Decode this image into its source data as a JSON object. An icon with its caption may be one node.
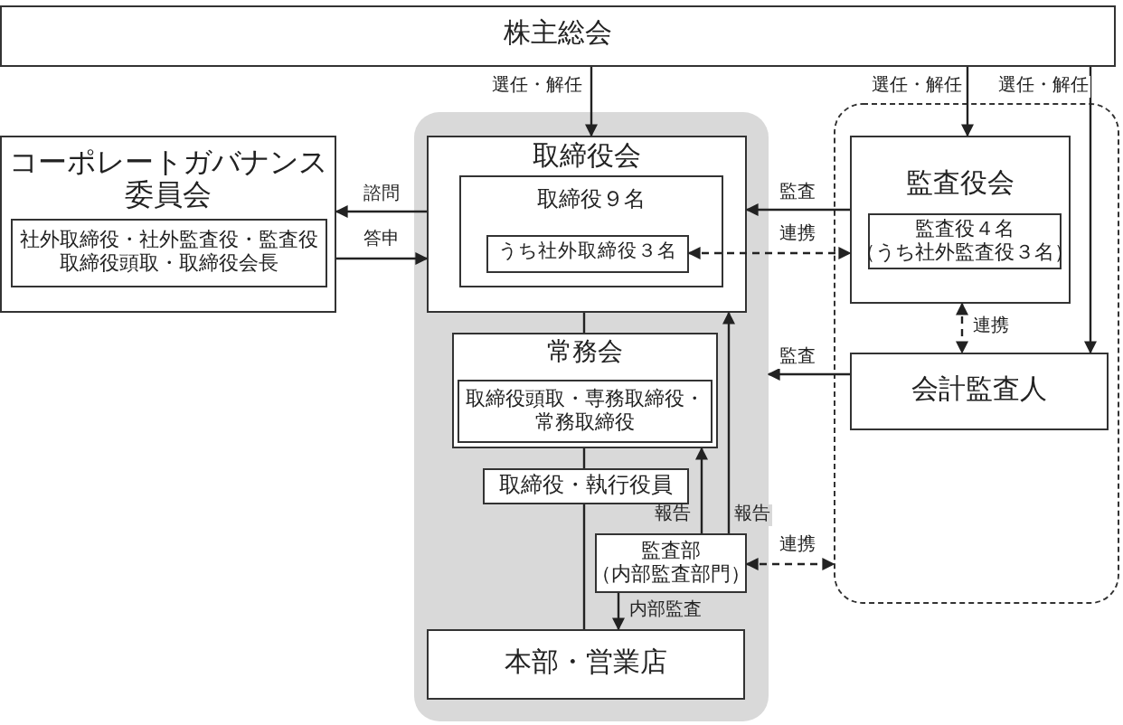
{
  "diagram": {
    "nodes": [
      {
        "text": [
          "株主総会"
        ]
      },
      {
        "text": [],
        "shape": "box"
      },
      {
        "text": [
          "取締役会"
        ],
        "in": 1
      },
      {
        "text": [
          "取締役９名"
        ],
        "in": 2
      },
      {
        "text": [
          "うち社外取締役３名"
        ],
        "in": 3
      },
      {
        "text": [
          "常務会"
        ],
        "in": 1
      },
      {
        "text": [
          "取締役頭取・専務取締役・常務取締役"
        ],
        "in": 5
      },
      {
        "text": [
          "取締役・執行役員"
        ],
        "in": 1
      },
      {
        "text": [
          "監査部（内部監査部門）"
        ],
        "in": 1
      },
      {
        "text": [
          "本部・営業店"
        ],
        "in": 1
      },
      {
        "text": [
          "コーポレートガバナンス委員会"
        ]
      },
      {
        "text": [
          "社外取締役・社外監査役・監査役取締役頭取・取締役会長"
        ],
        "in": 10
      },
      {
        "text": [],
        "shape": "box"
      },
      {
        "text": [
          "監査役会"
        ],
        "in": 12
      },
      {
        "text": [
          "監査役４名（うち社外監査役３名）"
        ],
        "in": 13
      },
      {
        "text": [
          "会計監査人"
        ],
        "in": 12
      }
    ],
    "edges": [
      {
        "from": 0,
        "to": 2,
        "arrow": "to",
        "label": "選任・解任"
      },
      {
        "from": 0,
        "to": 13,
        "arrow": "to",
        "label": "選任・解任"
      },
      {
        "from": 0,
        "to": 15,
        "arrow": "to",
        "label": "選任・解任"
      },
      {
        "from": 2,
        "to": 10,
        "arrow": "to",
        "label": "諮問"
      },
      {
        "from": 10,
        "to": 2,
        "arrow": "to",
        "label": "答申"
      },
      {
        "from": 13,
        "to": 2,
        "arrow": "to",
        "label": "監査"
      },
      {
        "from": 4,
        "to": 13,
        "arrow": "both",
        "label": "連携",
        "style": "dashed"
      },
      {
        "from": 13,
        "to": 15,
        "arrow": "both",
        "label": "連携",
        "style": "dashed"
      },
      {
        "from": 15,
        "to": 1,
        "arrow": "to",
        "label": "監査"
      },
      {
        "from": 2,
        "to": 5,
        "arrow": "none"
      },
      {
        "from": 5,
        "to": 7,
        "arrow": "none"
      },
      {
        "from": 7,
        "to": 9,
        "arrow": "none"
      },
      {
        "from": 8,
        "to": 5,
        "arrow": "to",
        "label": "報告"
      },
      {
        "from": 8,
        "to": 2,
        "arrow": "to",
        "label": "報告"
      },
      {
        "from": 8,
        "to": 9,
        "arrow": "to",
        "label": "内部監査"
      },
      {
        "from": 8,
        "to": 12,
        "arrow": "both",
        "label": "連携",
        "style": "dashed"
      }
    ]
  }
}
